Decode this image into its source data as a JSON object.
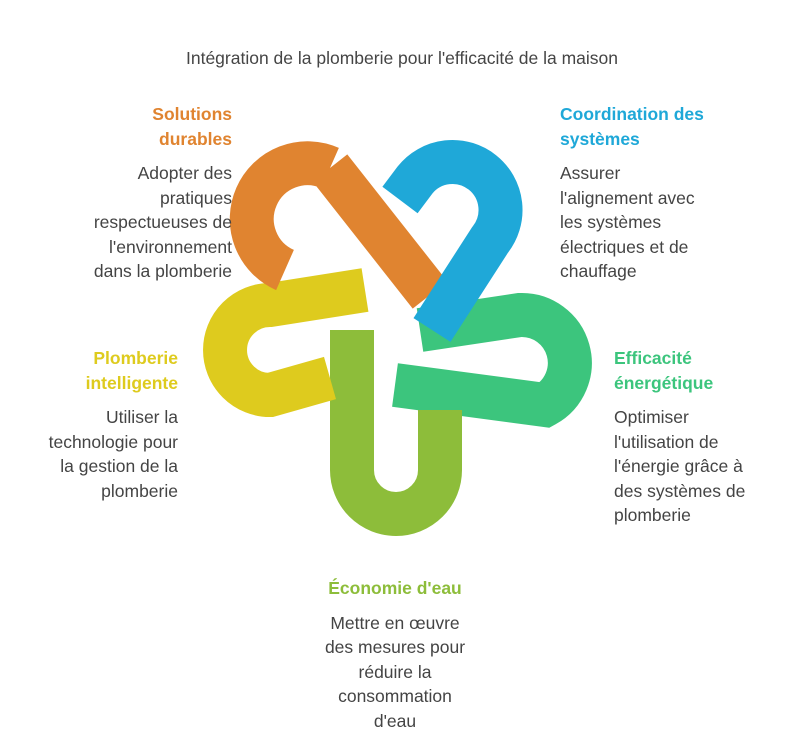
{
  "title": "Intégration de la plomberie pour l'efficacité de la maison",
  "colors": {
    "solutions": "#E08430",
    "coordination": "#1FA8D8",
    "efficacite": "#3CC57D",
    "economie": "#8DBD3A",
    "plomberie": "#DECB1E",
    "text": "#444444"
  },
  "items": {
    "solutions": {
      "heading_lines": [
        "Solutions",
        "durables"
      ],
      "desc_lines": [
        "Adopter des",
        "pratiques",
        "respectueuses de",
        "l'environnement",
        "dans la plomberie"
      ]
    },
    "coordination": {
      "heading_lines": [
        "Coordination des",
        "systèmes"
      ],
      "desc_lines": [
        "Assurer",
        "l'alignement avec",
        "les systèmes",
        "électriques et de",
        "chauffage"
      ]
    },
    "plomberie": {
      "heading_lines": [
        "Plomberie",
        "intelligente"
      ],
      "desc_lines": [
        "Utiliser la",
        "technologie pour",
        "la gestion de la",
        "plomberie"
      ]
    },
    "efficacite": {
      "heading_lines": [
        "Efficacité",
        "énergétique"
      ],
      "desc_lines": [
        "Optimiser",
        "l'utilisation de",
        "l'énergie grâce à",
        "des systèmes de",
        "plomberie"
      ]
    },
    "economie": {
      "heading_lines": [
        "Économie d'eau"
      ],
      "desc_lines": [
        "Mettre en œuvre",
        "des mesures pour",
        "réduire la",
        "consommation",
        "d'eau"
      ]
    }
  }
}
